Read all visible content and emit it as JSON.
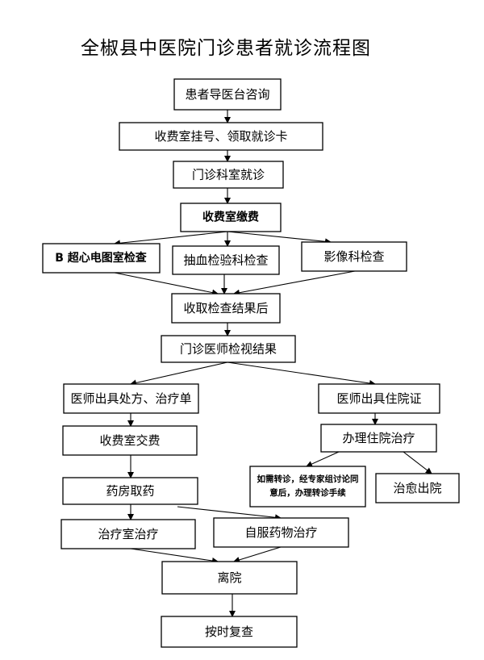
{
  "title": "全椒县中医院门诊患者就诊流程图",
  "nodes": {
    "consult": "患者导医台咨询",
    "register": "收费室挂号、领取就诊卡",
    "clinic": "门诊科室就诊",
    "payment": "收费室缴费",
    "bultrasound": "B 超心电图室检查",
    "blood_test": "抽血检验科检查",
    "imaging": "影像科检查",
    "collect_results": "收取检查结果后",
    "doctor_review": "门诊医师检视结果",
    "prescription": "医师出具处方、治疗单",
    "admission_cert": "医师出具住院证",
    "pay_fee": "收费室交费",
    "hospitalization": "办理住院治疗",
    "transfer_line1": "如需转诊，经专家组讨论同",
    "transfer_line2": "意后，办理转诊手续",
    "discharge": "治愈出院",
    "pharmacy": "药房取药",
    "treatment_room": "治疗室治疗",
    "self_medication": "自服药物治疗",
    "leave": "离院",
    "followup": "按时复查"
  }
}
